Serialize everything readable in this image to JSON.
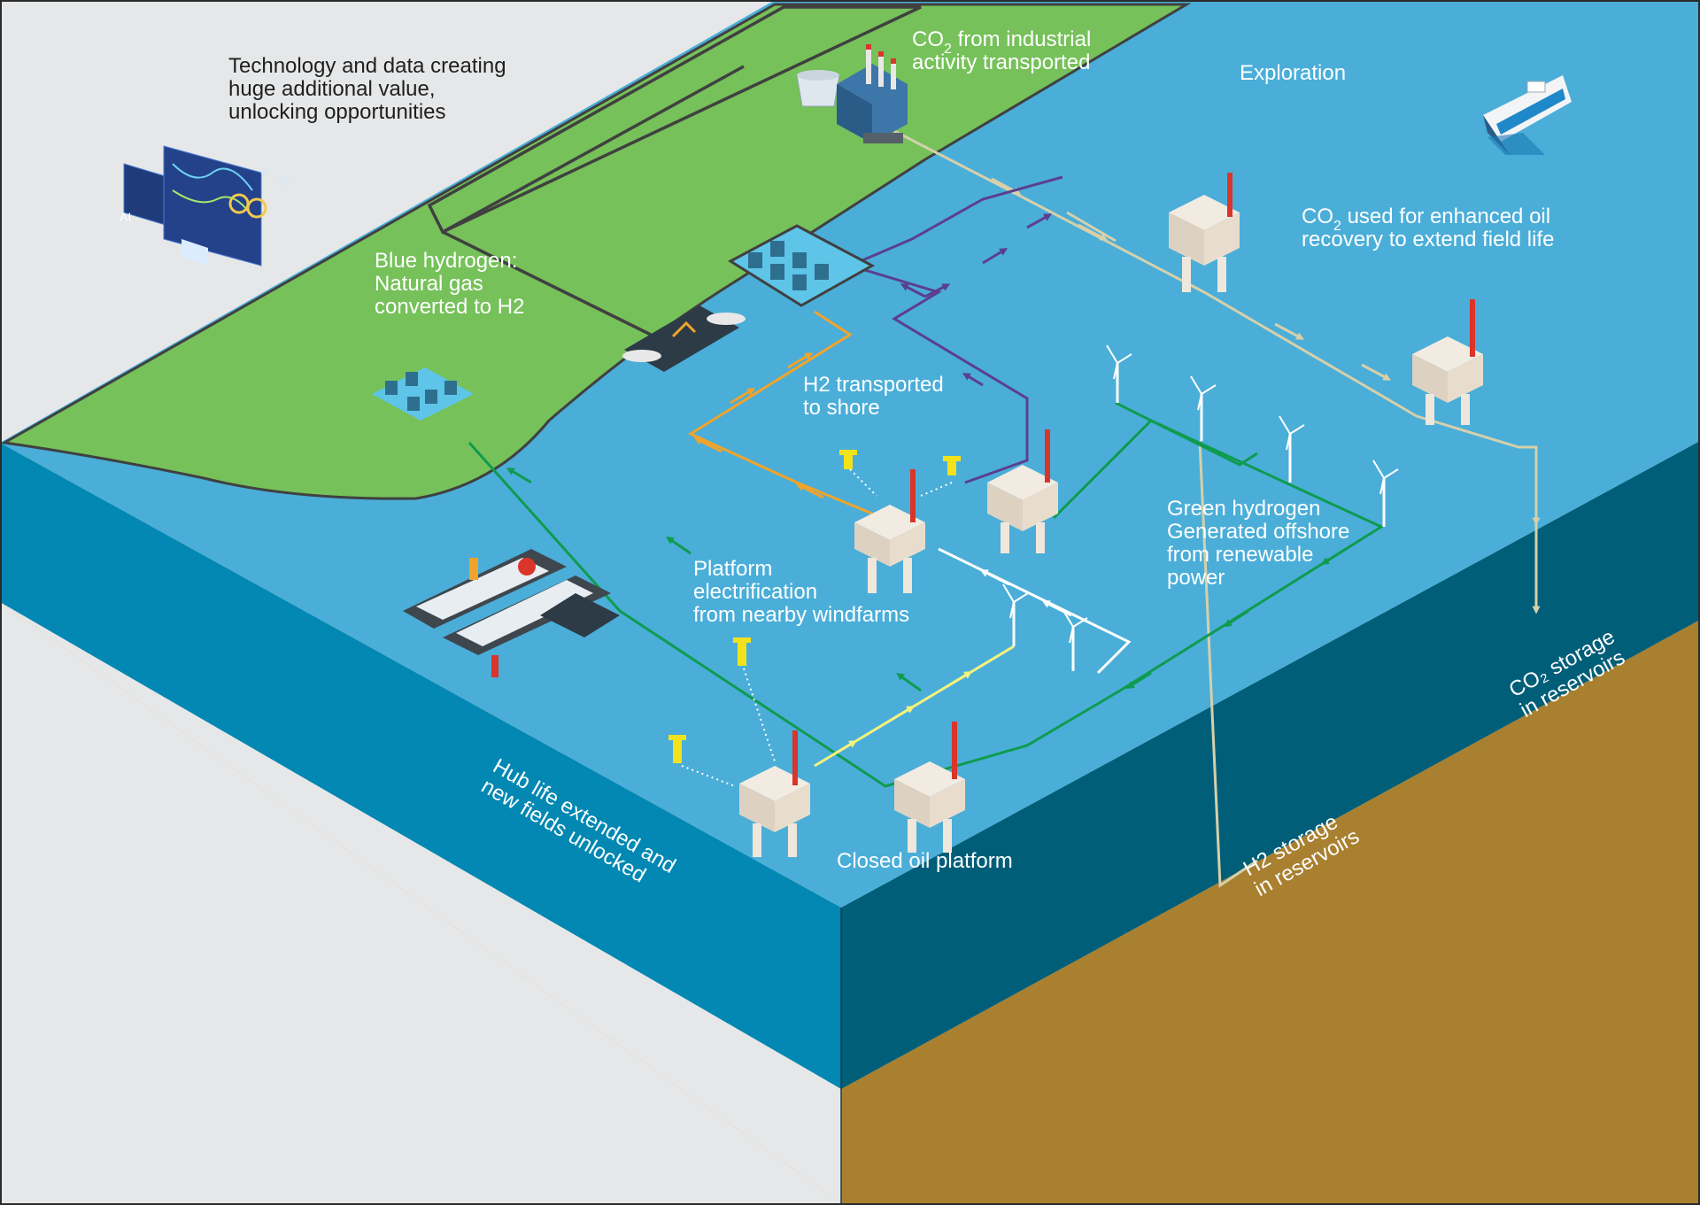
{
  "labels": {
    "technology": [
      "Technology and data creating",
      "huge additional value,",
      "unlocking opportunities"
    ],
    "co2_industrial": {
      "prefix": "CO",
      "sub": "2",
      "rest": " from industrial",
      "line2": "activity transported"
    },
    "exploration": "Exploration",
    "co2_eor": {
      "prefix": "CO",
      "sub": "2",
      "rest": " used for enhanced oil",
      "line2": "recovery to extend field life"
    },
    "blue_hydrogen": [
      "Blue hydrogen:",
      "Natural gas",
      "converted to H2"
    ],
    "h2_transported": [
      "H2 transported",
      "to shore"
    ],
    "green_hydrogen": [
      "Green hydrogen",
      "Generated offshore",
      "from renewable",
      "power"
    ],
    "platform_electrification": [
      "Platform",
      "electrification",
      "from nearby windfarms"
    ],
    "closed_platform": "Closed oil platform",
    "hub_life": [
      "Hub life extended and",
      "new fields unlocked"
    ],
    "h2_storage": [
      "H2 storage",
      "in reservoirs"
    ],
    "co2_storage": [
      "CO₂ storage",
      "in reservoirs"
    ],
    "ai_badge": "AI"
  },
  "colors": {
    "background": "#e6e7e8",
    "land": "#76c15a",
    "sea": "#4aaed8",
    "front_face": "#0288b2",
    "right_face": "#015e78",
    "seabed_front": "#d4a141",
    "seabed_right": "#a9802f",
    "co2_line": "#d6d0ab",
    "h2_line": "#f2a32b",
    "purple_line": "#5b3f8e",
    "green_line": "#0f9b4f",
    "yellow_line": "#f6f27c",
    "electric_line": "#ffffff",
    "outline": "#404040"
  }
}
